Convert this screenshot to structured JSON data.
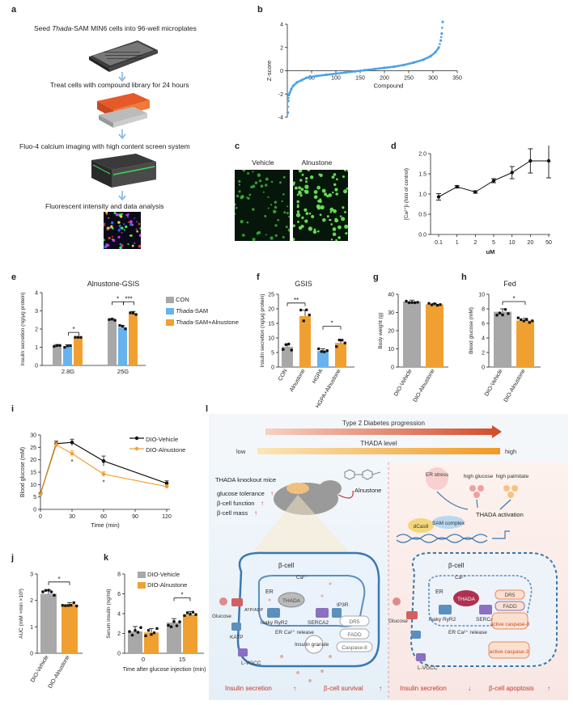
{
  "panel_labels": {
    "a": "a",
    "b": "b",
    "c": "c",
    "d": "d",
    "e": "e",
    "f": "f",
    "g": "g",
    "h": "h",
    "i": "i",
    "j": "j",
    "k": "k",
    "l": "l"
  },
  "panel_a": {
    "step1_pre": "Seed ",
    "step1_em": "Thada",
    "step1_post": "-SAM MIN6 cells into 96-well microplates",
    "step2": "Treat cells with compound library for 24 hours",
    "step3": "Fluo-4 calcium imaging with high content screen system",
    "step4": "Fluorescent intensity and data analysis"
  },
  "panel_c": {
    "vehicle": "Vehicle",
    "alnustone": "Alnustone"
  },
  "panel_e_title": "Alnustone-GSIS",
  "panel_f_title": "GSIS",
  "panel_h_title": "Fed",
  "legend_e": {
    "con": "CON",
    "sam_em": "Thada",
    "sam_post": "-SAM",
    "samaln_em": "Thada",
    "samaln_post": "-SAM+Alnustone"
  },
  "legend_i": {
    "vehicle": "DIO-Vehicle",
    "alnustone": "DIO-Alnustone"
  },
  "legend_k": {
    "vehicle": "DIO-Vehicle",
    "alnustone": "DIO-Alnustone"
  },
  "colors": {
    "grey": "#a8a8a8",
    "blue": "#66b3ee",
    "orange": "#f0a030",
    "black": "#111111",
    "pale_orange": "#f3b35a"
  },
  "chart_data": [
    {
      "panel": "b",
      "type": "scatter",
      "xlabel": "Compound",
      "ylabel": "Z-score",
      "xlim": [
        0,
        350
      ],
      "ylim": [
        -4,
        4
      ],
      "xticks": [
        "50",
        "100",
        "150",
        "200",
        "250",
        "300",
        "350"
      ],
      "yticks": [
        "-4",
        "-2",
        "0",
        "2",
        "4"
      ],
      "x": [
        1,
        2,
        3,
        5,
        8,
        12,
        20,
        30,
        40,
        60,
        80,
        100,
        120,
        140,
        160,
        180,
        200,
        220,
        240,
        260,
        280,
        295,
        305,
        312,
        316,
        318,
        320
      ],
      "y": [
        -3.6,
        -2.6,
        -2.1,
        -1.9,
        -1.6,
        -1.3,
        -1.0,
        -0.8,
        -0.6,
        -0.45,
        -0.35,
        -0.25,
        -0.15,
        -0.05,
        0.05,
        0.15,
        0.25,
        0.35,
        0.5,
        0.7,
        0.95,
        1.25,
        1.6,
        2.0,
        2.6,
        3.2,
        4.2
      ]
    },
    {
      "panel": "d",
      "type": "line",
      "xlabel": "uM",
      "ylabel": "[Ca²⁺]i (fold of control)",
      "categories": [
        "0.1",
        "1",
        "2",
        "5",
        "10",
        "20",
        "50"
      ],
      "values": [
        0.93,
        1.18,
        1.05,
        1.33,
        1.53,
        1.82,
        1.82
      ],
      "errors": [
        0.08,
        0.03,
        0.03,
        0.05,
        0.15,
        0.3,
        0.42
      ],
      "ylim": [
        0,
        2.0
      ],
      "yticks": [
        "0.0",
        "0.5",
        "1.0",
        "1.5",
        "2.0"
      ]
    },
    {
      "panel": "e",
      "type": "bar",
      "ylabel": "Insulin secretion (ng/μg protein)",
      "categories": [
        "2.8G",
        "25G"
      ],
      "series": [
        {
          "name": "CON",
          "values": [
            1.1,
            2.5
          ],
          "errors": [
            0.05,
            0.08
          ]
        },
        {
          "name": "Thada-SAM",
          "values": [
            1.05,
            2.1
          ],
          "errors": [
            0.08,
            0.08
          ]
        },
        {
          "name": "Thada-SAM+Alnustone",
          "values": [
            1.52,
            2.85
          ],
          "errors": [
            0.03,
            0.12
          ]
        }
      ],
      "ylim": [
        0,
        4
      ],
      "yticks": [
        "0",
        "1",
        "2",
        "3",
        "4"
      ],
      "significance": [
        "*",
        "*",
        "***"
      ]
    },
    {
      "panel": "f",
      "type": "bar",
      "ylabel": "Insulin secretion (ng/μg protein)",
      "categories": [
        "CON",
        "Alnustone",
        "HGPA",
        "HGPA+Alnustone"
      ],
      "values": [
        7,
        17.5,
        5.5,
        8.3
      ],
      "errors": [
        1,
        2,
        0.8,
        1.2
      ],
      "ylim": [
        0,
        25
      ],
      "yticks": [
        "0",
        "5",
        "10",
        "15",
        "20",
        "25"
      ],
      "significance": [
        "**",
        "*"
      ]
    },
    {
      "panel": "g",
      "type": "bar",
      "ylabel": "Body weight (g)",
      "categories": [
        "DIO-Vehicle",
        "DIO-Alnustone"
      ],
      "values": [
        36,
        34.5
      ],
      "errors": [
        0.8,
        0.5
      ],
      "ylim": [
        0,
        40
      ],
      "yticks": [
        "0",
        "10",
        "20",
        "30",
        "40"
      ]
    },
    {
      "panel": "h",
      "type": "bar",
      "ylabel": "Blood glucose (mM)",
      "categories": [
        "DIO-Vehicle",
        "DIO-Alnustone"
      ],
      "values": [
        7.6,
        6.4
      ],
      "errors": [
        0.4,
        0.3
      ],
      "ylim": [
        0,
        10
      ],
      "yticks": [
        "0",
        "2",
        "4",
        "6",
        "8",
        "10"
      ],
      "significance": [
        "*"
      ]
    },
    {
      "panel": "i",
      "type": "line",
      "xlabel": "Time (min)",
      "ylabel": "Blood glucose (mM)",
      "x": [
        0,
        15,
        30,
        60,
        120
      ],
      "xticks": [
        "0",
        "30",
        "60",
        "90",
        "120"
      ],
      "series": [
        {
          "name": "DIO-Vehicle",
          "values": [
            6.2,
            26.5,
            27,
            19.5,
            10.5
          ],
          "errors": [
            0.5,
            1,
            1.3,
            2,
            1
          ]
        },
        {
          "name": "DIO-Alnustone",
          "values": [
            6.0,
            26,
            22.5,
            14.2,
            9.2
          ],
          "errors": [
            0.5,
            1,
            1.2,
            1,
            0.7
          ]
        }
      ],
      "ylim": [
        0,
        30
      ],
      "yticks": [
        "0",
        "5",
        "10",
        "15",
        "20",
        "25",
        "30"
      ],
      "significance": [
        "*",
        "*"
      ]
    },
    {
      "panel": "j",
      "type": "bar",
      "ylabel": "AUC  (mM ×min ×10³)",
      "categories": [
        "DIO-Vehicle",
        "DIO-Alnustone"
      ],
      "values": [
        2.25,
        1.85
      ],
      "errors": [
        0.15,
        0.07
      ],
      "ylim": [
        0,
        3
      ],
      "yticks": [
        "0",
        "1",
        "2",
        "3"
      ],
      "significance": [
        "*"
      ]
    },
    {
      "panel": "k",
      "type": "bar",
      "xlabel": "Time after glucose injection (min)",
      "ylabel": "Serum insulin (ng/ml)",
      "categories": [
        "0",
        "15"
      ],
      "series": [
        {
          "name": "DIO-Vehicle",
          "values": [
            2.2,
            3.1
          ],
          "errors": [
            0.5,
            0.4
          ]
        },
        {
          "name": "DIO-Alnustone",
          "values": [
            2.1,
            3.9
          ],
          "errors": [
            0.4,
            0.3
          ]
        }
      ],
      "ylim": [
        0,
        8
      ],
      "yticks": [
        "0",
        "2",
        "4",
        "6",
        "8"
      ],
      "significance": [
        "*"
      ]
    }
  ],
  "panel_l": {
    "progression": "Type 2 Diabetes progression",
    "thada_level": "THADA level",
    "low": "low",
    "high": "high",
    "ko_title": "THADA knockout mice",
    "gluc_tol": "glucose tolerance",
    "bcell_func": "β-cell function",
    "bcell_mass": "β-cell mass",
    "alnustone": "Alnustone",
    "er_stress": "ER stress",
    "high_glucose": "high glucose",
    "high_palmitate": "high palmitate",
    "dcas9": "dCas9",
    "sam": "SAM complex",
    "thada_act": "THADA activation",
    "bcell": "β-cell",
    "er": "ER",
    "thada": "THADA",
    "ca": "Ca²⁺",
    "leaky": "leaky RyR2",
    "serca": "SERCA2",
    "dr5": "DR5",
    "fadd": "FADD",
    "casp8": "Caspase-8",
    "active_casp8": "active caspase-8",
    "active_casp3": "active caspase-3",
    "glucose": "Glucose",
    "atp": "ATP/ADP",
    "katp": "KATP",
    "lvgcc": "L-VGCC",
    "er_ca": "ER Ca²⁺  release",
    "gran": "Insulin granule",
    "ins_sec": "Insulin secretion",
    "bcell_surv": "β-cell survival",
    "bcell_apop": "β-cell apoptosis",
    "ipsr": "IP3R"
  }
}
